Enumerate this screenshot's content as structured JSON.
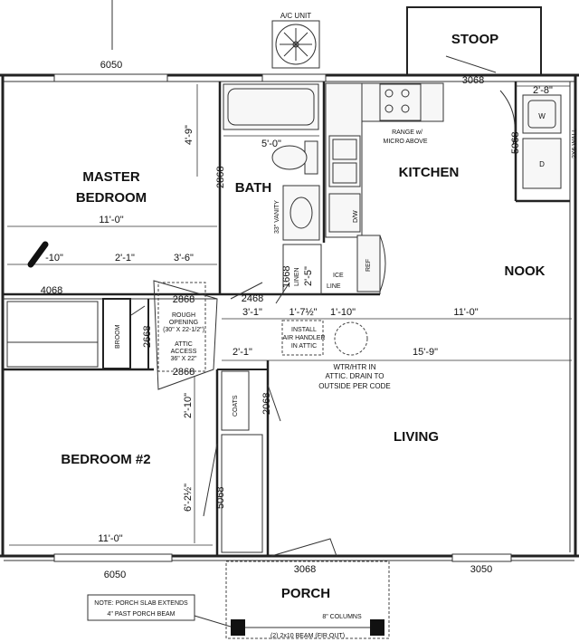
{
  "rooms": {
    "master_line1": "MASTER",
    "master_line2": "BEDROOM",
    "bath": "BATH",
    "kitchen": "KITCHEN",
    "nook": "NOOK",
    "bedroom2": "BEDROOM #2",
    "living": "LIVING",
    "stoop": "STOOP",
    "porch": "PORCH"
  },
  "labels": {
    "ac_unit": "A/C UNIT",
    "range_line1": "RANGE w/",
    "range_line2": "MICRO ABOVE",
    "vanity": "33\" VANITY",
    "dw": "D/W",
    "linen": "LINEN",
    "ice_line1": "ICE",
    "ice_line2": "LINE",
    "ref": "REF",
    "broom": "BROOM",
    "coats": "COATS",
    "rough_line1": "ROUGH",
    "rough_line2": "OPENING",
    "rough_line3": "(30\" X 22-1/2\")",
    "attic_line1": "ATTIC",
    "attic_line2": "ACCESS",
    "attic_line3": "36\" X 22\"",
    "install_line1": "INSTALL",
    "install_line2": "AIR HANDLER",
    "install_line3": "IN ATTIC",
    "wtr_line1": "WTR/HTR IN",
    "wtr_line2": "ATTIC. DRAIN TO",
    "wtr_line3": "OUTSIDE PER CODE",
    "wall_2x6": "2X6 WALL",
    "washer": "W",
    "dryer": "D",
    "note_line1": "NOTE: PORCH SLAB EXTENDS",
    "note_line2": "4\" PAST PORCH BEAM",
    "columns": "8\" COLUMNS",
    "beam": "(2) 2x10 BEAM (FIR OUT)"
  },
  "dimensions": {
    "win_top_left": "6050",
    "door_stoop": "3068",
    "laundry_w": "2'-8\"",
    "bath_h": "4'-9\"",
    "bath_w": "5'-0\"",
    "closet_bath": "2868",
    "master_w": "11'-0\"",
    "hall_10": "-10\"",
    "hall_2_1": "2'-1\"",
    "hall_3_6": "3'-6\"",
    "door_4068": "4068",
    "door_2868_a": "2868",
    "door_2468": "2468",
    "linen_1668": "1668",
    "linen_2_5": "2'-5\"",
    "hall_3_1": "3'-1\"",
    "hall_1_7": "1'-7½\"",
    "hall_1_10": "1'-10\"",
    "nook_11": "11'-0\"",
    "broom_2668": "2668",
    "door_2868_b": "2868",
    "hall_2_1b": "2'-1\"",
    "living_15_9": "15'-9\"",
    "coats_2068": "2068",
    "v_2_10": "2'-10\"",
    "v_6_2": "6'-2½\"",
    "closet_5068": "5068",
    "bedroom2_w": "11'-0\"",
    "win_bottom_left": "6050",
    "door_porch": "3068",
    "win_bottom_right": "3050",
    "laundry_5068": "5068"
  }
}
